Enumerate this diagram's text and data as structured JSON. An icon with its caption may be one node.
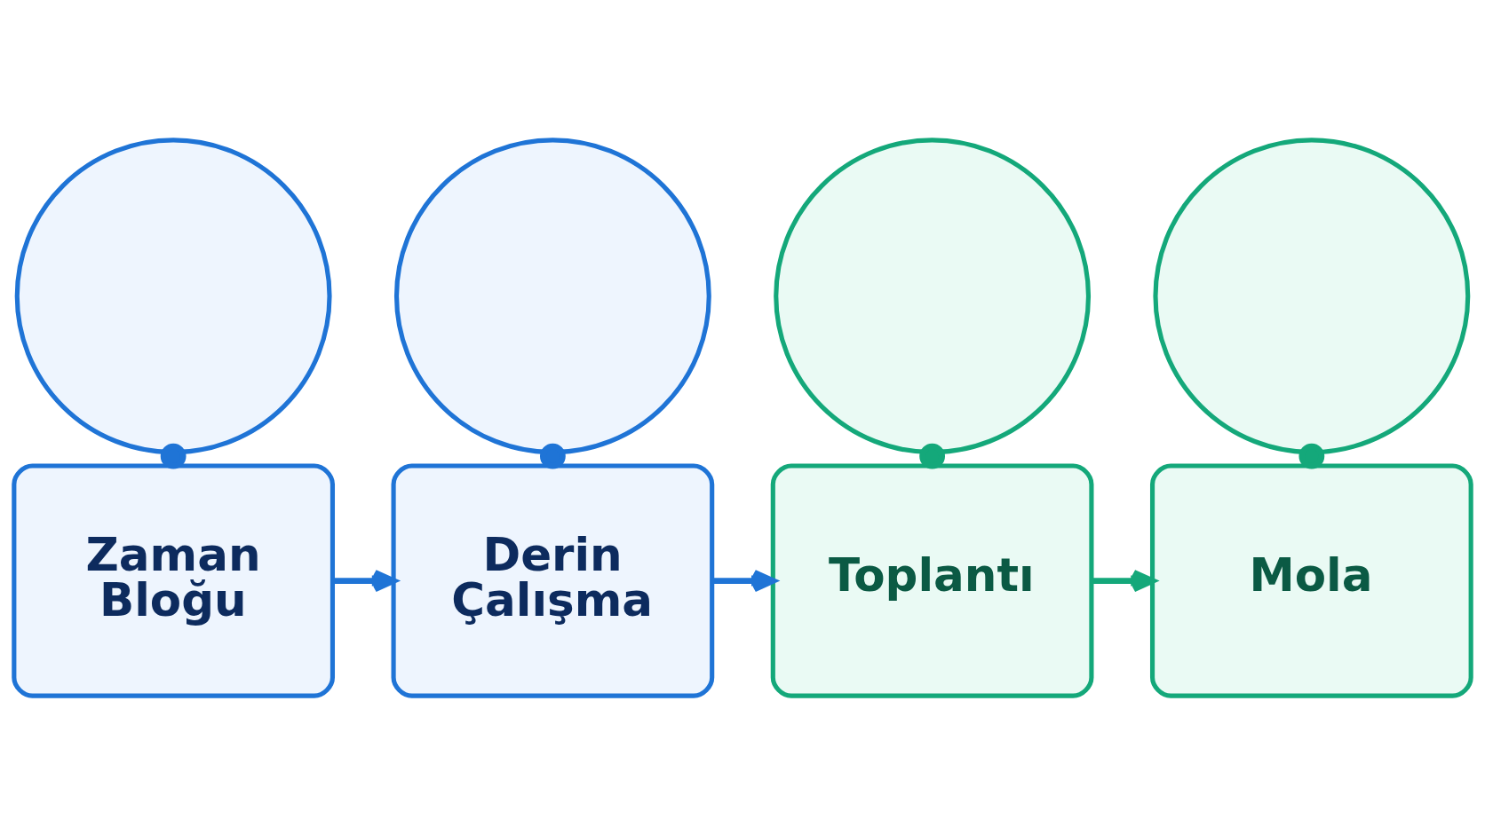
{
  "diagram": {
    "nodes": [
      {
        "text": [],
        "shape": "circle"
      },
      {
        "text": [],
        "shape": "circle"
      },
      {
        "text": [],
        "shape": "circle"
      },
      {
        "text": [],
        "shape": "circle"
      },
      {
        "text": [
          "Zaman Bloğu"
        ]
      },
      {
        "text": [
          "Derin Çalışma"
        ]
      },
      {
        "text": [
          "Toplantı"
        ]
      },
      {
        "text": [
          "Mola"
        ]
      }
    ],
    "edges": [
      {
        "from": 0,
        "to": 4,
        "arrow": "other"
      },
      {
        "from": 1,
        "to": 5,
        "arrow": "other"
      },
      {
        "from": 2,
        "to": 6,
        "arrow": "other",
        "color": "#14a87a"
      },
      {
        "from": 3,
        "to": 7,
        "arrow": "other",
        "color": "#14a87a"
      },
      {
        "from": 4,
        "to": 5,
        "arrow": "to"
      },
      {
        "from": 5,
        "to": 6,
        "arrow": "to"
      },
      {
        "from": 6,
        "to": 7,
        "arrow": "to",
        "color": "#14a87a"
      }
    ]
  }
}
